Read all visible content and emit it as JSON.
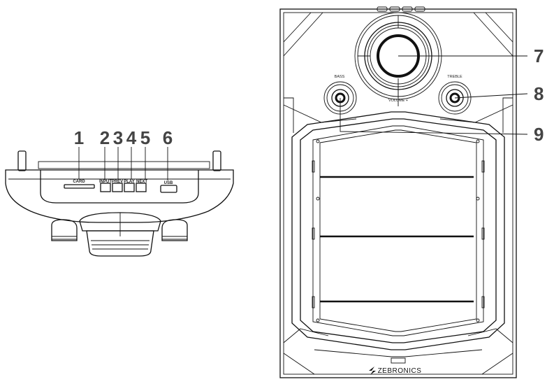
{
  "callouts": {
    "top_view": [
      "1",
      "2",
      "3",
      "4",
      "5",
      "6"
    ],
    "front_view": [
      "7",
      "8",
      "9"
    ]
  },
  "top_panel_labels": {
    "card": "CARD",
    "input": "INPUT",
    "prev": "PREV",
    "play": "PLAY",
    "next": "NEXT",
    "usb": "USB"
  },
  "front_panel_labels": {
    "bass": "BASS",
    "treble": "TREBLE",
    "volume": "VOLUME +"
  },
  "brand": "ZEBRONICS"
}
